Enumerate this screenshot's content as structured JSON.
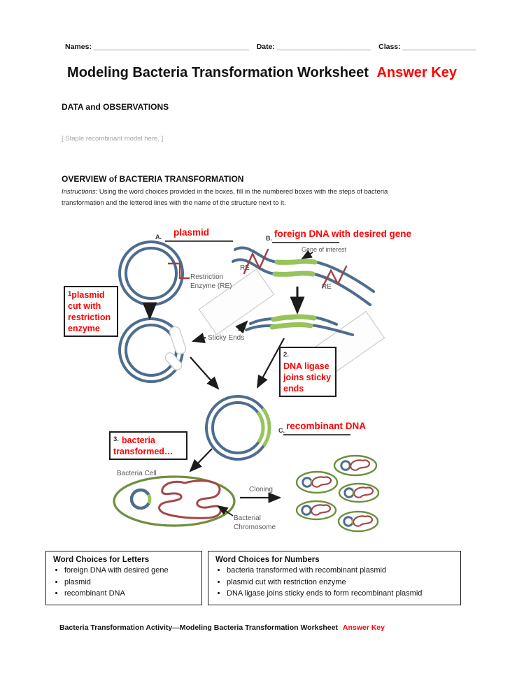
{
  "header": {
    "names_label": "Names:",
    "names_blank": "______________________________________",
    "date_label": "Date:",
    "date_blank": "_______________________",
    "class_label": "Class:",
    "class_blank": "__________________"
  },
  "title": {
    "main": "Modeling Bacteria Transformation Worksheet",
    "highlight": "Answer Key"
  },
  "sections": {
    "data_observations": "DATA and OBSERVATIONS",
    "staple_note": "[ Staple recombinant model here. ]",
    "overview_heading": "OVERVIEW of BACTERIA TRANSFORMATION",
    "instructions_label": "Instructions",
    "instructions_text": ": Using the word choices provided in the boxes, fill in the numbered boxes with the steps of bacteria transformation and the lettered lines with the name of the structure next to it."
  },
  "diagram": {
    "answers": {
      "a_letter": "A.",
      "a_text": "plasmid",
      "b_letter": "B.",
      "b_text": "foreign DNA with desired gene",
      "c_letter": "C.",
      "c_text": "recombinant DNA"
    },
    "steps": {
      "step1_number": "1",
      "step1_text": "plasmid cut with restriction enzyme",
      "step2_number": "2.",
      "step2_text": "DNA ligase joins sticky ends",
      "step3_number": "3.",
      "step3_text": "bacteria transformed…"
    },
    "labels": {
      "restriction_enzyme": "Restriction Enzyme (RE)",
      "re_left": "RE",
      "re_right": "RE",
      "gene_of_interest": "Gene of interest",
      "sticky_ends": "Sticky Ends",
      "bacteria_cell": "Bacteria Cell",
      "cloning": "Cloning",
      "bacterial_chromosome": "Bacterial Chromosome"
    }
  },
  "word_choices_letters": {
    "title": "Word Choices for Letters",
    "items": [
      "foreign DNA with desired gene",
      "plasmid",
      "recombinant DNA"
    ]
  },
  "word_choices_numbers": {
    "title": "Word Choices for Numbers",
    "items": [
      "bacteria transformed with recombinant plasmid",
      "plasmid cut with restriction enzyme",
      "DNA ligase joins sticky ends to form recombinant plasmid"
    ]
  },
  "footer": {
    "main": "Bacteria Transformation Activity—Modeling Bacteria Transformation Worksheet",
    "highlight": "Answer Key"
  },
  "colors": {
    "answer_red": "#ff0000",
    "dna_blue": "#4e6d8e",
    "gene_green": "#97c45c",
    "enzyme_red": "#a33f3f",
    "cell_green": "#6d8f3e",
    "label_gray": "#595959"
  }
}
